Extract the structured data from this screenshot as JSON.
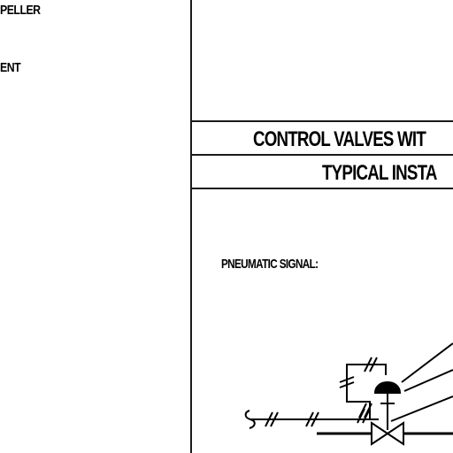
{
  "left_column": {
    "fragment_1": "PELLER",
    "fragment_2": "ENT"
  },
  "title_block": {
    "line_1": "CONTROL VALVES WIT",
    "line_2": "TYPICAL INSTA"
  },
  "diagram": {
    "signal_label": "PNEUMATIC SIGNAL:"
  }
}
